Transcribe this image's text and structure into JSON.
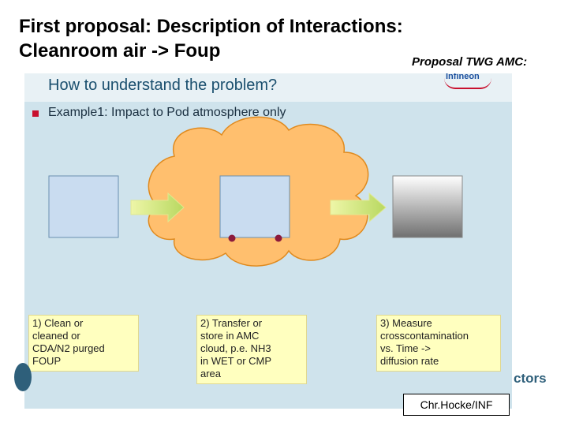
{
  "title_line1": "First proposal: Description of Interactions:",
  "title_line2": "Cleanroom air -> Foup",
  "proposal_label": "Proposal TWG AMC:",
  "slide": {
    "heading": "How to understand the problem?",
    "logo_text": "Infineon",
    "bullet": "Example1:  Impact to Pod atmosphere only",
    "step1": [
      "1) Clean or",
      "cleaned or",
      "CDA/N2 purged",
      "FOUP"
    ],
    "step2": [
      "2) Transfer or",
      "store in AMC",
      "cloud, p.e. NH3",
      "in WET or CMP",
      "area"
    ],
    "step3": [
      "3) Measure",
      "crosscontamination",
      "vs. Time ->",
      "diffusion rate"
    ]
  },
  "footer_partial": "ctors",
  "author": "Chr.Hocke/INF",
  "colors": {
    "slide_bg": "#cfe3ec",
    "cloud_fill": "#ffbf6e",
    "cloud_stroke": "#e08a1e",
    "arrow_fill": "#f2f59a",
    "box_fill": "#c9dcf0",
    "dot": "#8b1a3c",
    "label_fill": "#ffffbf"
  }
}
